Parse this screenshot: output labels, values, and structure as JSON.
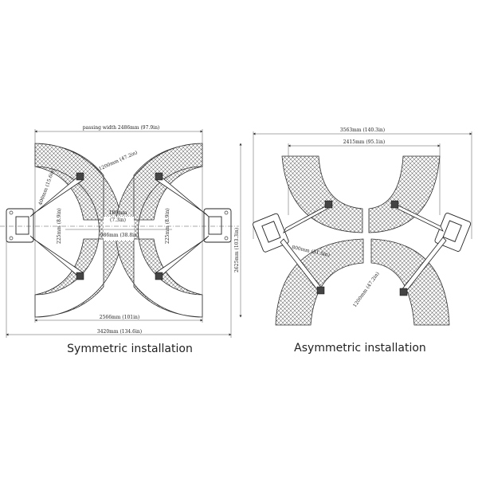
{
  "symmetric": {
    "caption": "Symmetric installation",
    "dims": {
      "passing_width": "passing width 2486mm (97.9in)",
      "arm_radius": "1200mm (47.2in)",
      "arm_short": "400mm (15.6in)",
      "arm_offset": "225mm (8.9in)",
      "arm_offset_right": "225mm (8.9in)",
      "gap_mm": "186mm",
      "gap_in": "(7.3in)",
      "inner_width": "986mm (38.8in)",
      "height": "2625mm (103.3in)",
      "base_width": "2566mm (101in)",
      "overall_width": "3420mm (134.6in)"
    }
  },
  "asymmetric": {
    "caption": "Asymmetric installation",
    "dims": {
      "overall_width": "3563mm (140.3in)",
      "inner_width": "2415mm (95.1in)",
      "arm_short": "800mm (31.5in)",
      "arm_long": "1200mm (47.2in)"
    }
  }
}
